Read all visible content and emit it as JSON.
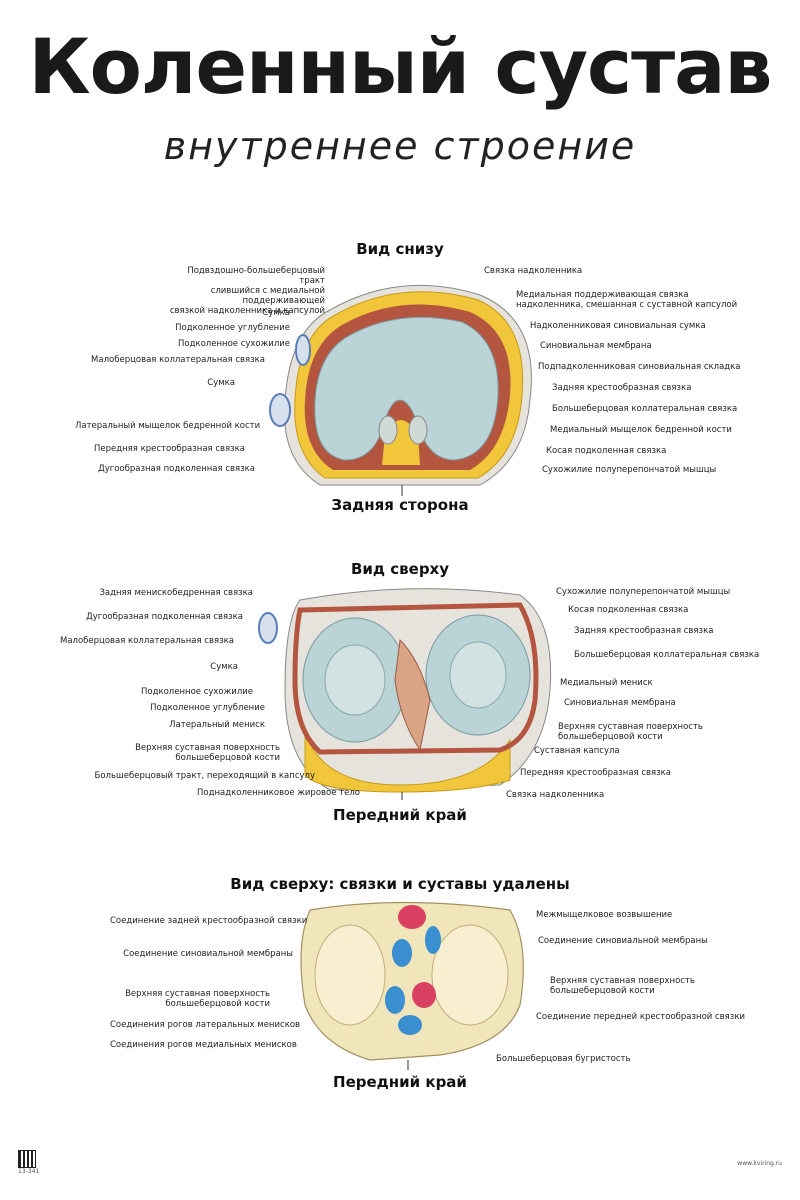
{
  "title": "Коленный сустав",
  "subtitle": "внутреннее строение",
  "view1": {
    "title": "Вид снизу",
    "caption": "Задняя сторона",
    "left_labels": [
      "Подвздошно-большеберцовый тракт\nслившийся с медиальной поддерживающей\nсвязкой надколенника и капсулой",
      "Сумка",
      "Подколенное углубление",
      "Подколенное сухожилие",
      "Малоберцовая коллатеральная связка",
      "Сумка",
      "Латеральный мыщелок бедренной кости",
      "Передняя крестообразная связка",
      "Дугообразная подколенная связка"
    ],
    "right_labels": [
      "Связка надколенника",
      "Медиальная поддерживающая связка\nнадколенника, смешанная с суставной капсулой",
      "Надколенниковая синовиальная сумка",
      "Синовиальная мембрана",
      "Подпадколенниковая синовиальная складка",
      "Задняя крестообразная связка",
      "Большеберцовая коллатеральная связка",
      "Медиальный мыщелок бедренной кости",
      "Косая подколенная связка",
      "Сухожилие полуперепончатой мышцы"
    ]
  },
  "view2": {
    "title": "Вид сверху",
    "caption": "Передний край",
    "left_labels": [
      "Задняя менискобедренная связка",
      "Дугообразная подколенная связка",
      "Малоберцовая коллатеральная связка",
      "Сумка",
      "Подколенное сухожилие",
      "Подколенное углубление",
      "Латеральный мениск",
      "Верхняя суставная поверхность\nбольшеберцовой кости",
      "Большеберцовый тракт, переходящий в капсулу",
      "Поднадколенниковое жировое тело"
    ],
    "right_labels": [
      "Сухожилие полуперепончатой мышцы",
      "Косая подколенная связка",
      "Задняя крестообразная связка",
      "Большеберцовая коллатеральная связка",
      "Медиальный мениск",
      "Синовиальная мембрана",
      "Верхняя суставная поверхность\nбольшеберцовой кости",
      "Суставная капсула",
      "Передняя крестообразная связка",
      "Связка надколенника"
    ]
  },
  "view3": {
    "title": "Вид сверху: связки и суставы удалены",
    "caption": "Передний край",
    "left_labels": [
      "Соединение задней крестообразной связки",
      "Соединение синовиальной мембраны",
      "Верхняя суставная поверхность\nбольшеберцовой кости",
      "Соединения рогов латеральных менисков",
      "Соединения рогов медиальных менисков"
    ],
    "right_labels": [
      "Межмыщелковое возвышение",
      "Соединение синовиальной мембраны",
      "Верхняя суставная поверхность\nбольшеберцовой кости",
      "Соединение передней крестообразной связки",
      "Большеберцовая бугристость"
    ]
  },
  "footer": {
    "code": "13-341",
    "site": "www.kviring.ru"
  },
  "colors": {
    "fat": "#f2c63a",
    "cartilage": "#b9d3d6",
    "synovial": "#b4553f",
    "bone": "#f1e6bb",
    "ligament_red": "#d94062",
    "ligament_blue": "#3a8fd0"
  }
}
